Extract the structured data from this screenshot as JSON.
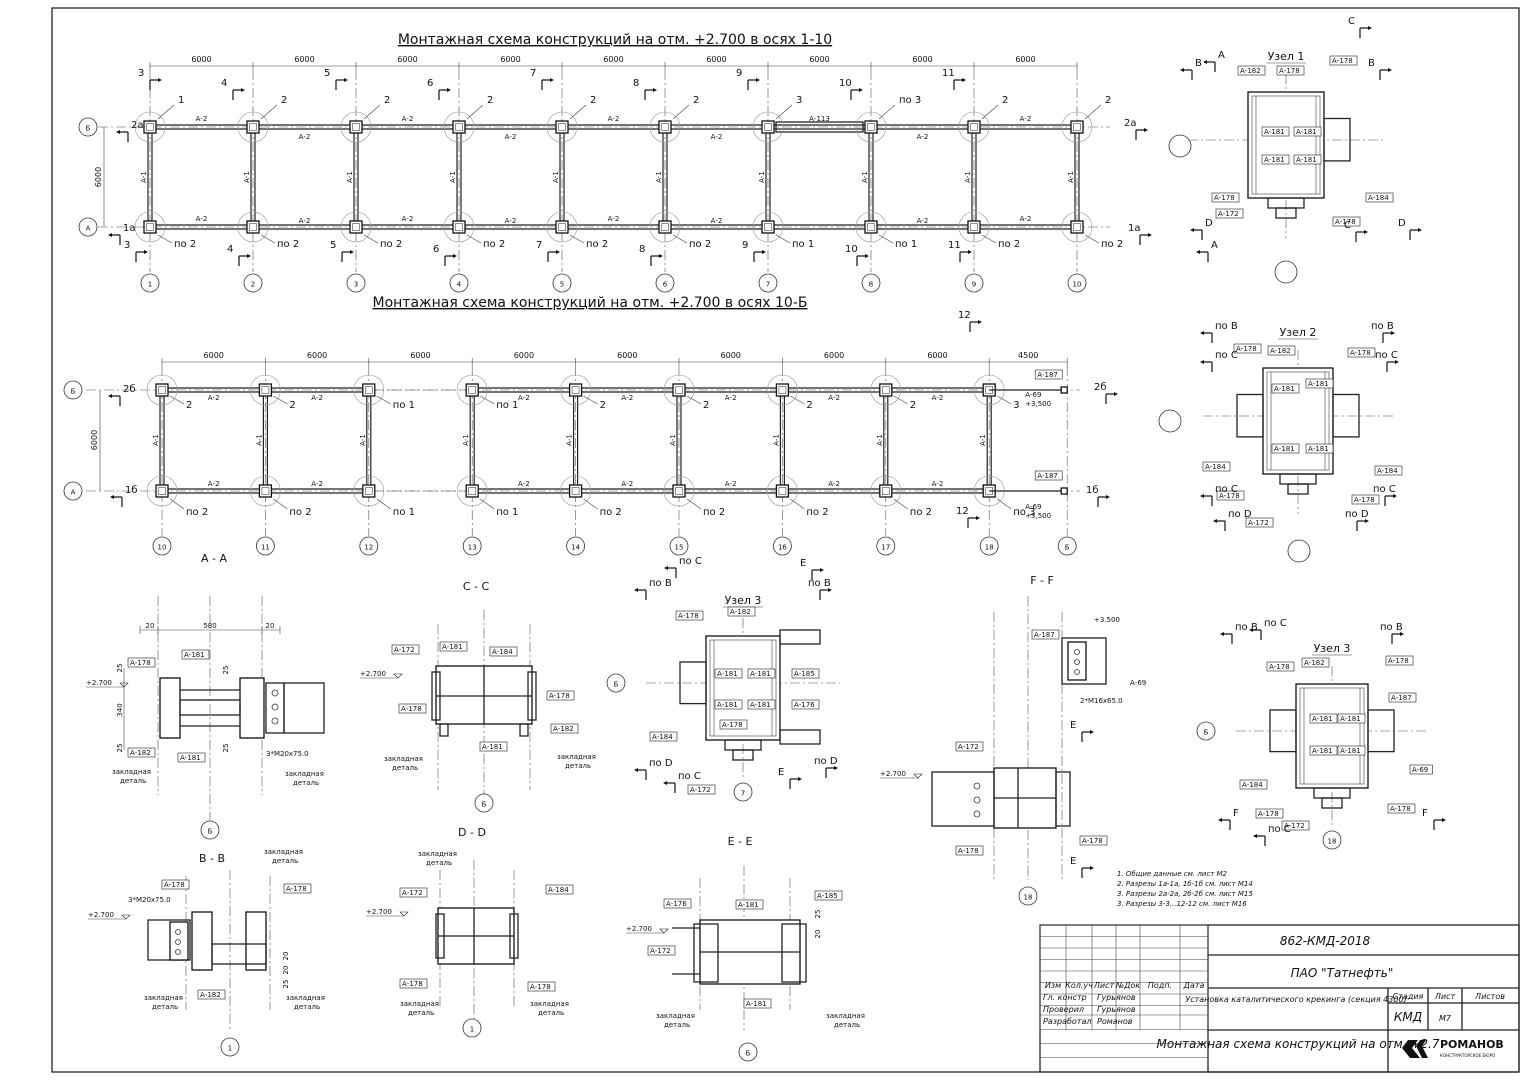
{
  "titles": {
    "plan1": "Монтажная схема конструкций на отм. +2.700 в осях 1-10",
    "plan2": "Монтажная схема конструкций на отм. +2.700 в осях 10-Б"
  },
  "plan1": {
    "axes": [
      "1",
      "2",
      "3",
      "4",
      "5",
      "6",
      "7",
      "8",
      "9",
      "10"
    ],
    "spans": [
      "6000",
      "6000",
      "6000",
      "6000",
      "6000",
      "6000",
      "6000",
      "6000",
      "6000"
    ],
    "rows": [
      "Б",
      "А"
    ],
    "row_dim": "6000",
    "beam_top": [
      "А-2",
      "А-2",
      "А-2",
      "А-2",
      "А-2",
      "А-2",
      "А-113",
      "А-2",
      "А-2"
    ],
    "beam_bot": [
      "А-2",
      "А-2",
      "А-2",
      "А-2",
      "А-2",
      "А-2",
      "",
      "А-2",
      "А-2"
    ],
    "col_label": "А-1",
    "node_top": [
      "1",
      "2",
      "2",
      "2",
      "2",
      "2",
      "3",
      "по 3",
      "2",
      "2"
    ],
    "node_bot": [
      "по 2",
      "по 2",
      "по 2",
      "по 2",
      "по 2",
      "по 2",
      "по 1",
      "по 1",
      "по 2",
      "по 2"
    ],
    "sec_top": [
      "3",
      "4",
      "5",
      "6",
      "7",
      "8",
      "9",
      "10",
      "11"
    ],
    "sec_bot": [
      "3",
      "4",
      "5",
      "6",
      "7",
      "8",
      "9",
      "10",
      "11"
    ],
    "side_left_top": "2а",
    "side_left_bot": "1а",
    "side_right_top": "2а",
    "side_right_bot": "1а"
  },
  "plan2": {
    "axes": [
      "10",
      "11",
      "12",
      "13",
      "14",
      "15",
      "16",
      "17",
      "18",
      "Б"
    ],
    "spans": [
      "6000",
      "6000",
      "6000",
      "6000",
      "6000",
      "6000",
      "6000",
      "6000",
      "4500"
    ],
    "rows": [
      "Б",
      "А"
    ],
    "row_dim": "6000",
    "beam_top": [
      "А-2",
      "А-2",
      "",
      "А-2",
      "А-2",
      "А-2",
      "А-2",
      "А-2"
    ],
    "beam_bot": [
      "А-2",
      "А-2",
      "",
      "А-2",
      "А-2",
      "А-2",
      "А-2",
      "А-2"
    ],
    "col_label": "А-1",
    "node_top": [
      "2",
      "2",
      "по 1",
      "по 1",
      "2",
      "2",
      "2",
      "2",
      "3"
    ],
    "node_bot": [
      "по 2",
      "по 2",
      "по 1",
      "по 1",
      "по 2",
      "по 2",
      "по 2",
      "по 2",
      "по 3"
    ],
    "end_tag": "А-187",
    "end_beam": "А-69",
    "end_level": "+3,500",
    "sec_12": "12",
    "side_left_top": "2б",
    "side_left_bot": "1б",
    "side_right_top": "2б",
    "side_right_bot": "1б"
  },
  "nodes": {
    "uzel1": {
      "title": "Узел 1",
      "tags": [
        "А-182",
        "А-178",
        "А-178",
        "А-181",
        "А-181",
        "А-181",
        "А-181",
        "А-178",
        "А-172",
        "А-184",
        "А-178"
      ],
      "cuts": [
        "В",
        "А",
        "В",
        "С",
        "С",
        "D",
        "D",
        "А"
      ]
    },
    "uzel2": {
      "title": "Узел 2",
      "tags": [
        "А-178",
        "А-182",
        "А-178",
        "А-181",
        "А-181",
        "А-181",
        "А-181",
        "А-184",
        "А-178",
        "А-172",
        "А-184",
        "А-178"
      ],
      "cuts": [
        "по В",
        "по В",
        "по С",
        "по С",
        "по С",
        "по С",
        "по D",
        "по D"
      ]
    },
    "uzel3a": {
      "title": "Узел 3",
      "tags": [
        "А-178",
        "А-182",
        "А-181",
        "А-181",
        "А-185",
        "А-181",
        "А-181",
        "А-176",
        "А-184",
        "А-178",
        "А-172"
      ],
      "cuts": [
        "по С",
        "по В",
        "Е",
        "по В",
        "по D",
        "по С",
        "Е",
        "по D"
      ],
      "axis": "7",
      "row": "Б"
    },
    "uzel3b": {
      "title": "Узел 3",
      "tags": [
        "А-178",
        "А-182",
        "А-178",
        "А-187",
        "А-181",
        "А-181",
        "А-181",
        "А-181",
        "А-184",
        "А-178",
        "А-172",
        "А-178",
        "А-69"
      ],
      "cuts": [
        "по В",
        "по С",
        "по В",
        "F",
        "F",
        "по С"
      ],
      "axis": "18",
      "row": "Б"
    }
  },
  "sections": {
    "AA": {
      "title": "А - А",
      "dims": [
        "20",
        "580",
        "20",
        "25",
        "340",
        "25",
        "25",
        "25"
      ],
      "tags": [
        "А-181",
        "А-178",
        "А-182",
        "А-181"
      ],
      "level": "+2.700",
      "bolt": "3*М20х75.0",
      "embed": "закладная деталь",
      "axis": "Б"
    },
    "CC": {
      "title": "С - С",
      "tags": [
        "А-172",
        "А-181",
        "А-184",
        "А-178",
        "А-178",
        "А-182",
        "А-181"
      ],
      "level": "+2.700",
      "embed": "закладная деталь",
      "axis": "Б"
    },
    "FF": {
      "title": "F - F",
      "tags": [
        "А-187",
        "А-69",
        "А-172",
        "А-178",
        "А-178"
      ],
      "level_top": "+3.500",
      "level": "+2.700",
      "bolt": "2*М16х65.0",
      "cut": "Е",
      "axis": "18"
    },
    "BB": {
      "title": "В - В",
      "tags": [
        "А-178",
        "А-178",
        "А-182"
      ],
      "level": "+2.700",
      "bolt": "3*М20х75.0",
      "dims": [
        "20",
        "20",
        "25"
      ],
      "embed": "закладная деталь",
      "axis": "1"
    },
    "DD": {
      "title": "D - D",
      "tags": [
        "А-172",
        "А-184",
        "А-178",
        "А-178"
      ],
      "level": "+2.700",
      "embed": "закладная деталь",
      "axis": "1"
    },
    "EE": {
      "title": "Е - Е",
      "tags": [
        "А-176",
        "А-181",
        "А-185",
        "А-172",
        "А-181"
      ],
      "level": "+2.700",
      "dims": [
        "25",
        "20"
      ],
      "embed": "закладная деталь",
      "axis": "Б"
    }
  },
  "notes": [
    "1. Общие данные см. лист М2",
    "2. Разрезы 1а-1а, 1б-1б см. лист М14",
    "3. Разрезы 2а-2а, 2б-2б см. лист М15",
    "3. Разрезы 3-3...12-12 см. лист М16"
  ],
  "stamp": {
    "code": "862-КМД-2018",
    "org": "ПАО \"Татнефть\"",
    "headers": [
      "Изм",
      "Кол.уч",
      "Лист",
      "№Док",
      "Подп.",
      "Дата"
    ],
    "roles": [
      "Гл. констр",
      "Проверил",
      "Разработал"
    ],
    "names": [
      "Гурьянов",
      "Гурьянов",
      "Романов"
    ],
    "project": "Установка каталитического крекинга (секция 4300)",
    "stage_h": "Стадия",
    "sheet_h": "Лист",
    "sheets_h": "Листов",
    "stage": "КМД",
    "sheet": "М7",
    "drawing": "Монтажная схема конструкций на отм. +2.7",
    "logo": "РОМАНОВ",
    "logo_sub": "КОНСТРУКТОРСКОЕ БЮРО"
  }
}
